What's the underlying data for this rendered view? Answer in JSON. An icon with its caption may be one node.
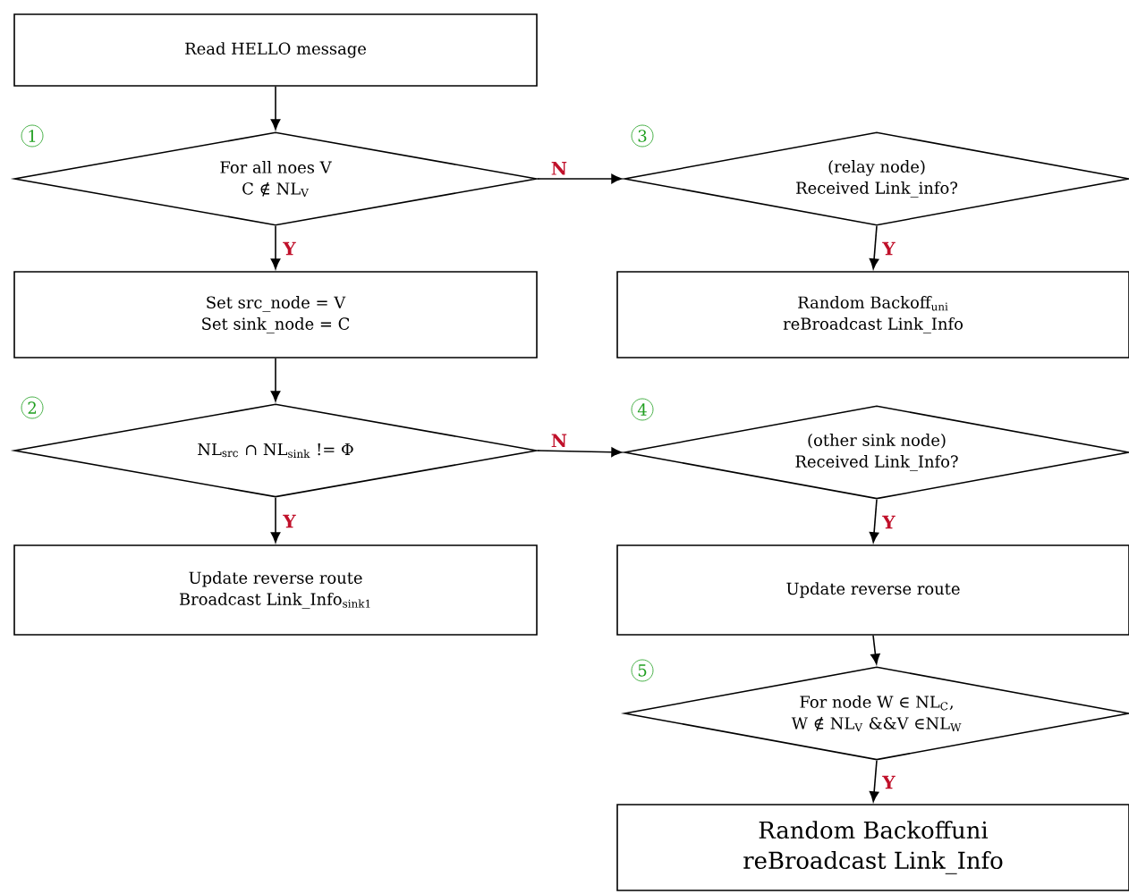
{
  "diagram": {
    "nodes": [
      {
        "text": [
          "Read HELLO message"
        ]
      },
      {
        "text": [
          "For all noes V",
          "C ∉ NL$_{V}$"
        ],
        "beside": [
          "1"
        ]
      },
      {
        "text": [
          "Set src_node = V",
          "Set sink_node = C"
        ]
      },
      {
        "text": [
          "NL$_{src}$ ∩ NL$_{sink}$ != Φ"
        ],
        "beside": [
          "2"
        ]
      },
      {
        "text": [
          "Update reverse route",
          "Broadcast Link_Info$_{sink1}$"
        ]
      },
      {
        "text": [
          "(relay node)",
          "Received Link_info?"
        ],
        "beside": [
          "3"
        ]
      },
      {
        "text": [
          "Random Backoff$_{uni}$",
          "reBroadcast Link_Info"
        ]
      },
      {
        "text": [
          "(other sink node)",
          "Received Link_Info?"
        ],
        "beside": [
          "4"
        ]
      },
      {
        "text": [
          "Update reverse route"
        ]
      },
      {
        "text": [
          "For node W ∈ NL$_{C}$,",
          "W ∉ NL$_{V}$ &&V ∈NL$_{W}$"
        ],
        "beside": [
          "5"
        ]
      },
      {
        "text": [
          "Random Backoffuni",
          "reBroadcast Link_Info"
        ]
      }
    ],
    "edges": [
      {
        "from": 0,
        "to": 1,
        "arrow": "to"
      },
      {
        "from": 1,
        "to": 2,
        "arrow": "to",
        "label": "Y"
      },
      {
        "from": 1,
        "to": 5,
        "arrow": "to",
        "label": "N"
      },
      {
        "from": 2,
        "to": 3,
        "arrow": "to"
      },
      {
        "from": 3,
        "to": 4,
        "arrow": "to",
        "label": "Y"
      },
      {
        "from": 3,
        "to": 7,
        "arrow": "to",
        "label": "N"
      },
      {
        "from": 5,
        "to": 6,
        "arrow": "to",
        "label": "Y"
      },
      {
        "from": 7,
        "to": 8,
        "arrow": "to",
        "label": "Y"
      },
      {
        "from": 8,
        "to": 9,
        "arrow": "to"
      },
      {
        "from": 9,
        "to": 10,
        "arrow": "to",
        "label": "Y"
      }
    ]
  }
}
